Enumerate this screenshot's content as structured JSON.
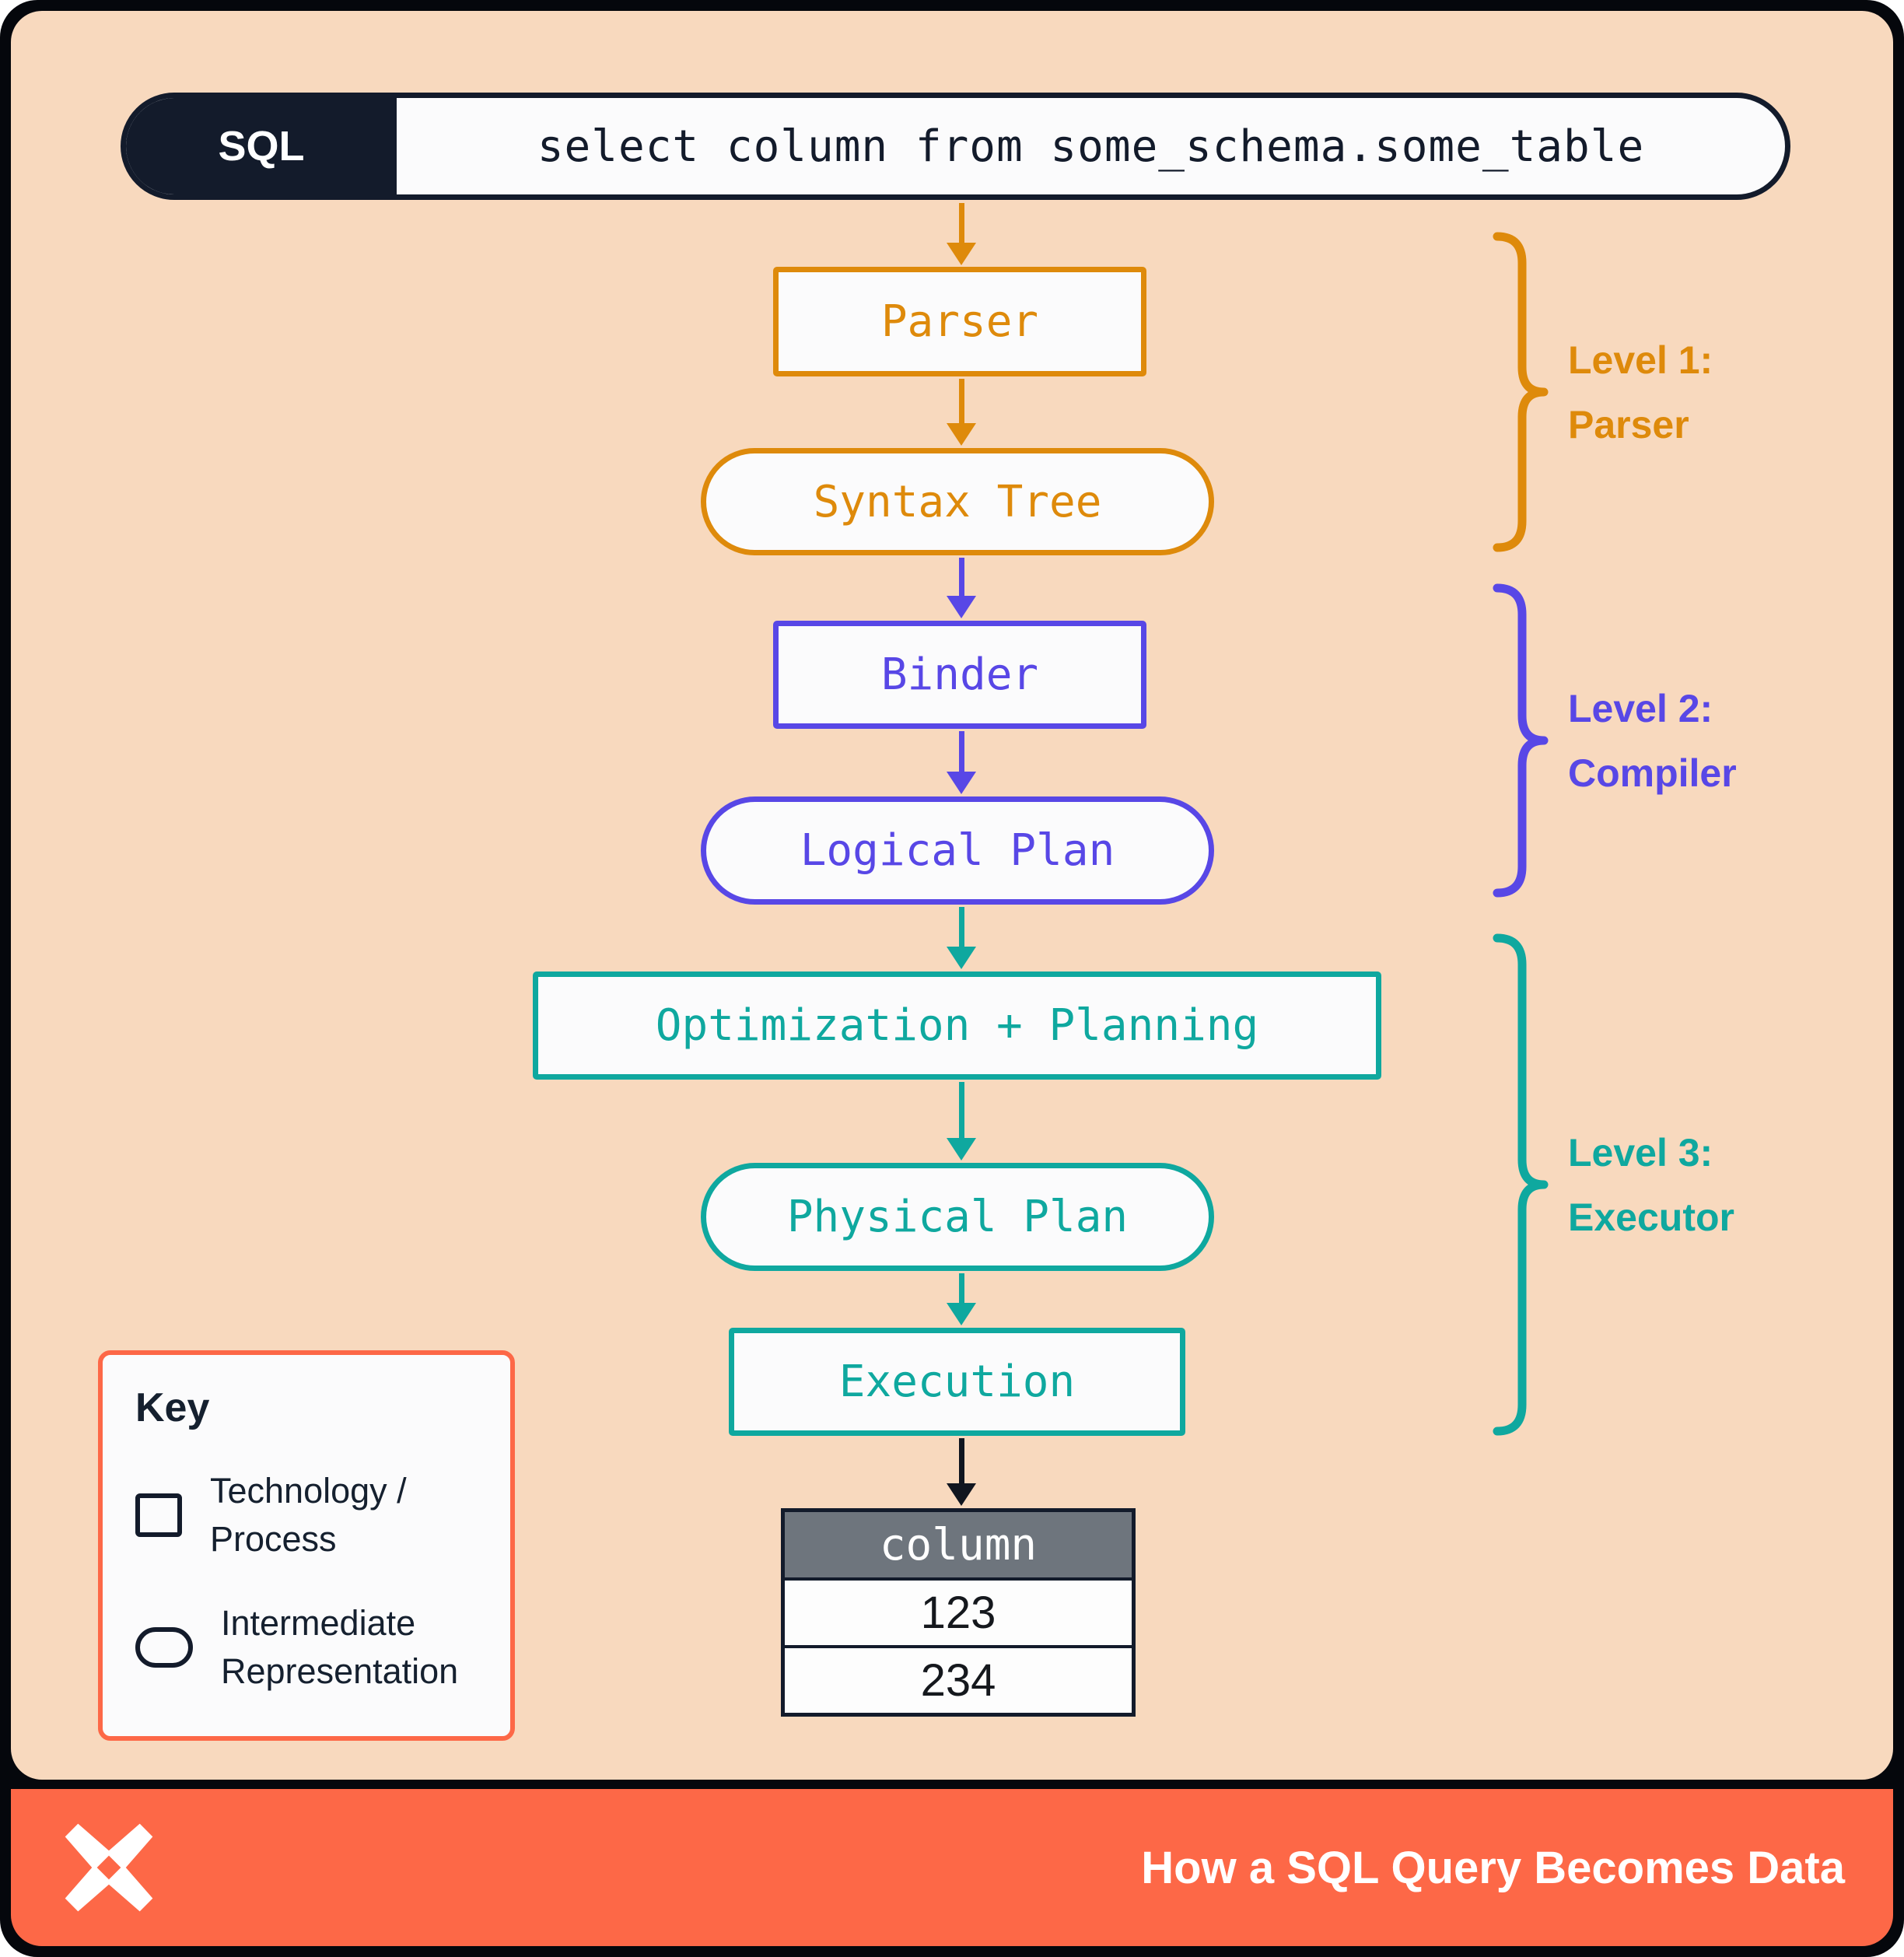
{
  "sql_bar": {
    "label": "SQL",
    "query": "select column from some_schema.some_table"
  },
  "flow": {
    "parser": "Parser",
    "syntax_tree": "Syntax Tree",
    "binder": "Binder",
    "logical_plan": "Logical Plan",
    "optimization_planning": "Optimization + Planning",
    "physical_plan": "Physical Plan",
    "execution": "Execution"
  },
  "levels": [
    {
      "title": "Level 1:",
      "name": "Parser",
      "color": "#DE8A0B"
    },
    {
      "title": "Level 2:",
      "name": "Compiler",
      "color": "#5847E6"
    },
    {
      "title": "Level 3:",
      "name": "Executor",
      "color": "#0FA89F"
    }
  ],
  "result_table": {
    "header": "column",
    "rows": [
      "123",
      "234"
    ]
  },
  "key": {
    "title": "Key",
    "items": [
      {
        "shape": "rectangle",
        "label": "Technology / Process"
      },
      {
        "shape": "ellipse",
        "label": "Intermediate Representation"
      }
    ]
  },
  "footer": {
    "title": "How a SQL Query Becomes Data"
  },
  "colors": {
    "background": "#F8D9BE",
    "frame": "#05070C",
    "accent_coral": "#FD6847",
    "level1_orange": "#DE8A0B",
    "level2_purple": "#5847E6",
    "level3_teal": "#0FA89F",
    "ink": "#131B2B",
    "table_header_bg": "#6E757D"
  }
}
